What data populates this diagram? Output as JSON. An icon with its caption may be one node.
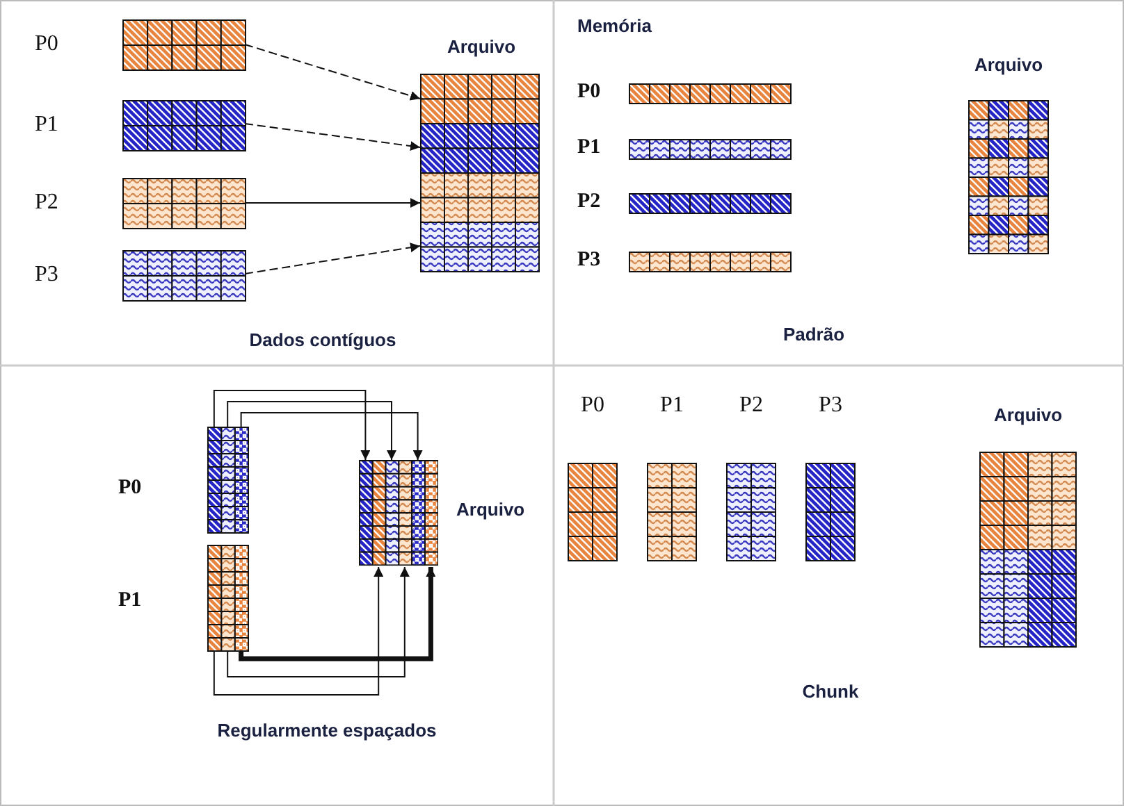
{
  "diagram": {
    "nodes": [
      {
        "text": [
          "P0"
        ]
      },
      {
        "text": [
          "P1"
        ]
      },
      {
        "text": [
          "P2"
        ]
      },
      {
        "text": [
          "P3"
        ]
      },
      {
        "text": [
          "Arquivo"
        ]
      },
      {
        "text": [
          "P0"
        ]
      },
      {
        "text": [
          "P1"
        ]
      },
      {
        "text": [
          "P2"
        ]
      },
      {
        "text": [
          "P3"
        ]
      },
      {
        "text": [
          "Arquivo"
        ]
      },
      {
        "text": [
          "P0"
        ]
      },
      {
        "text": [
          "P1"
        ]
      },
      {
        "text": [
          "Arquivo"
        ]
      },
      {
        "text": [
          "P0"
        ]
      },
      {
        "text": [
          "P1"
        ]
      },
      {
        "text": [
          "P2"
        ]
      },
      {
        "text": [
          "P3"
        ]
      },
      {
        "text": [
          "Arquivo"
        ]
      }
    ],
    "edges": [
      {
        "from": 0,
        "to": 4,
        "arrow": "to",
        "style": "dashed"
      },
      {
        "from": 1,
        "to": 4,
        "arrow": "to",
        "style": "dashed"
      },
      {
        "from": 2,
        "to": 4,
        "arrow": "to"
      },
      {
        "from": 3,
        "to": 4,
        "arrow": "to",
        "style": "dashed"
      },
      {
        "from": 10,
        "to": 12,
        "arrow": "to"
      },
      {
        "from": 10,
        "to": 12,
        "arrow": "to"
      },
      {
        "from": 10,
        "to": 12,
        "arrow": "to"
      },
      {
        "from": 11,
        "to": 12,
        "arrow": "to"
      },
      {
        "from": 11,
        "to": 12,
        "arrow": "to"
      },
      {
        "from": 11,
        "to": 12,
        "arrow": "to",
        "style": "thick"
      }
    ],
    "labels": [
      "Memória",
      "Dados contíguos",
      "Padrão",
      "Regularmente espaçados",
      "Chunk"
    ]
  }
}
